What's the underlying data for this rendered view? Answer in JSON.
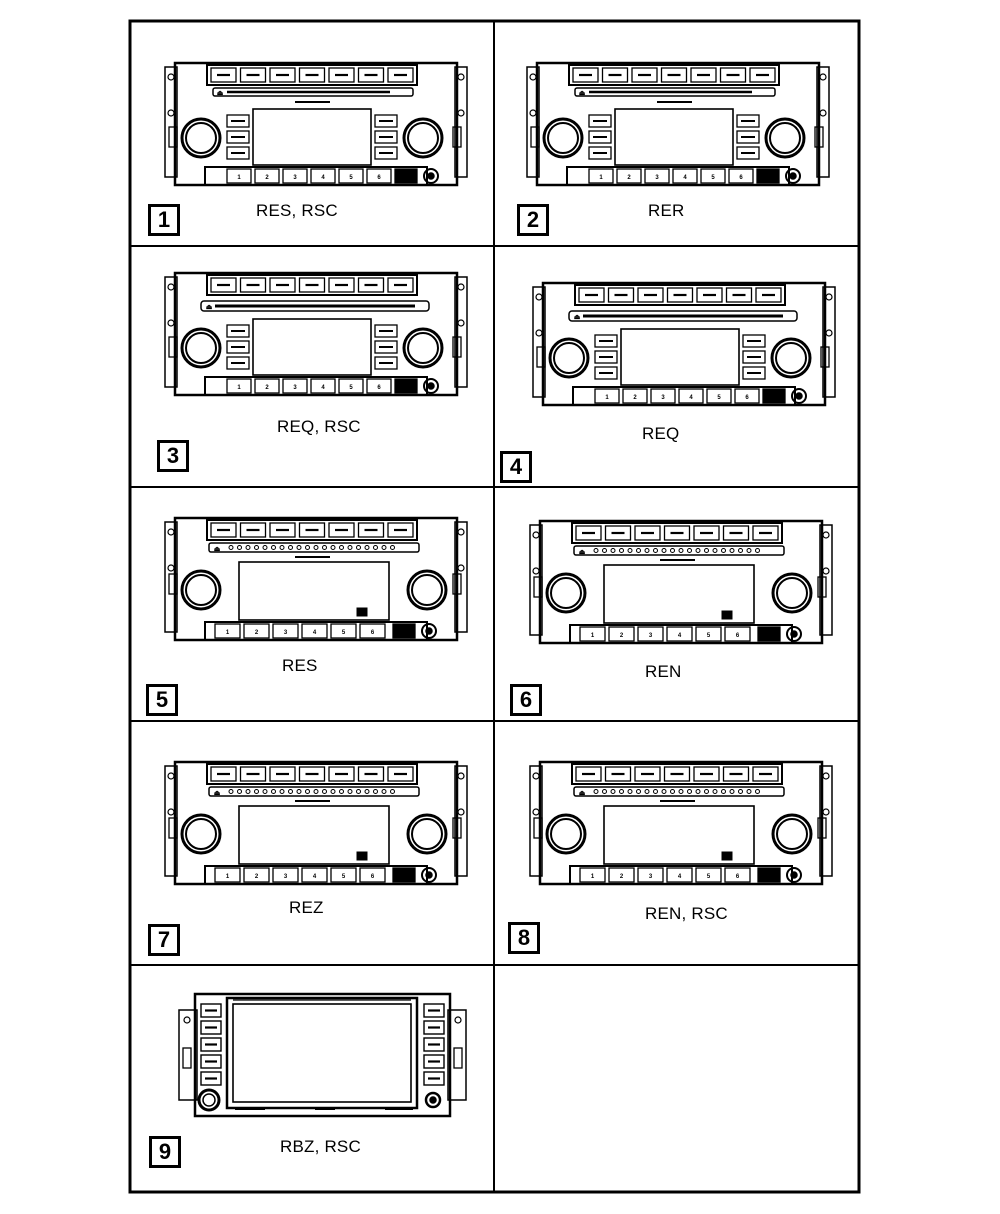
{
  "colors": {
    "line": "#000000",
    "background": "#ffffff"
  },
  "cells": [
    {
      "number": "1",
      "label": "RES, RSC",
      "variant": "standard-side-buttons"
    },
    {
      "number": "2",
      "label": "RER",
      "variant": "standard-side-buttons"
    },
    {
      "number": "3",
      "label": "REQ, RSC",
      "variant": "wide-slot-side-buttons"
    },
    {
      "number": "4",
      "label": "REQ",
      "variant": "wide-slot-side-buttons"
    },
    {
      "number": "5",
      "label": "RES",
      "variant": "open-display"
    },
    {
      "number": "6",
      "label": "REN",
      "variant": "open-display"
    },
    {
      "number": "7",
      "label": "REZ",
      "variant": "open-display"
    },
    {
      "number": "8",
      "label": "REN, RSC",
      "variant": "open-display"
    },
    {
      "number": "9",
      "label": "RBZ, RSC",
      "variant": "touchscreen"
    }
  ],
  "preset_keys": [
    "1",
    "2",
    "3",
    "4",
    "5",
    "6"
  ]
}
